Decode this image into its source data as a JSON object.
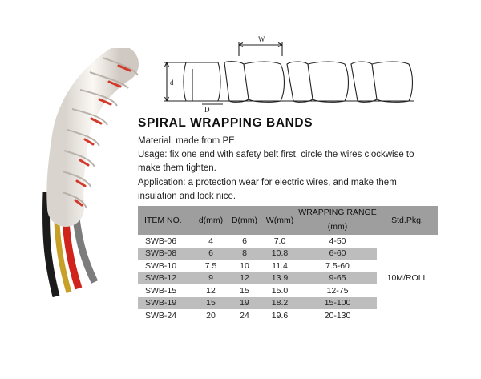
{
  "title": "SPIRAL WRAPPING BANDS",
  "material": "Material: made from PE.",
  "usage": "Usage: fix one end with safety belt first, circle the wires clockwise to make them tighten.",
  "application": "Application: a protection wear for electric wires, and make them insulation and lock nice.",
  "diagram_labels": {
    "w": "W",
    "d_outer": "D",
    "d_inner": "d"
  },
  "table": {
    "headers": {
      "item": "ITEM NO.",
      "d": "d(mm)",
      "D": "D(mm)",
      "W": "W(mm)",
      "range_top": "WRAPPING RANGE",
      "range_bottom": "(mm)",
      "std": "Std.Pkg."
    },
    "rows": [
      {
        "item": "SWB-06",
        "d": "4",
        "D": "6",
        "W": "7.0",
        "range": "4-50"
      },
      {
        "item": "SWB-08",
        "d": "6",
        "D": "8",
        "W": "10.8",
        "range": "6-60"
      },
      {
        "item": "SWB-10",
        "d": "7.5",
        "D": "10",
        "W": "11.4",
        "range": "7.5-60"
      },
      {
        "item": "SWB-12",
        "d": "9",
        "D": "12",
        "W": "13.9",
        "range": "9-65"
      },
      {
        "item": "SWB-15",
        "d": "12",
        "D": "15",
        "W": "15.0",
        "range": "12-75"
      },
      {
        "item": "SWB-19",
        "d": "15",
        "D": "19",
        "W": "18.2",
        "range": "15-100"
      },
      {
        "item": "SWB-24",
        "d": "20",
        "D": "24",
        "W": "19.6",
        "range": "20-130"
      }
    ],
    "std_pkg": "10M/ROLL"
  },
  "colors": {
    "header_bg": "#9e9e9e",
    "row_shade": "#bdbdbd",
    "band_red": "#d33a2c",
    "band_white": "#f3efea"
  }
}
